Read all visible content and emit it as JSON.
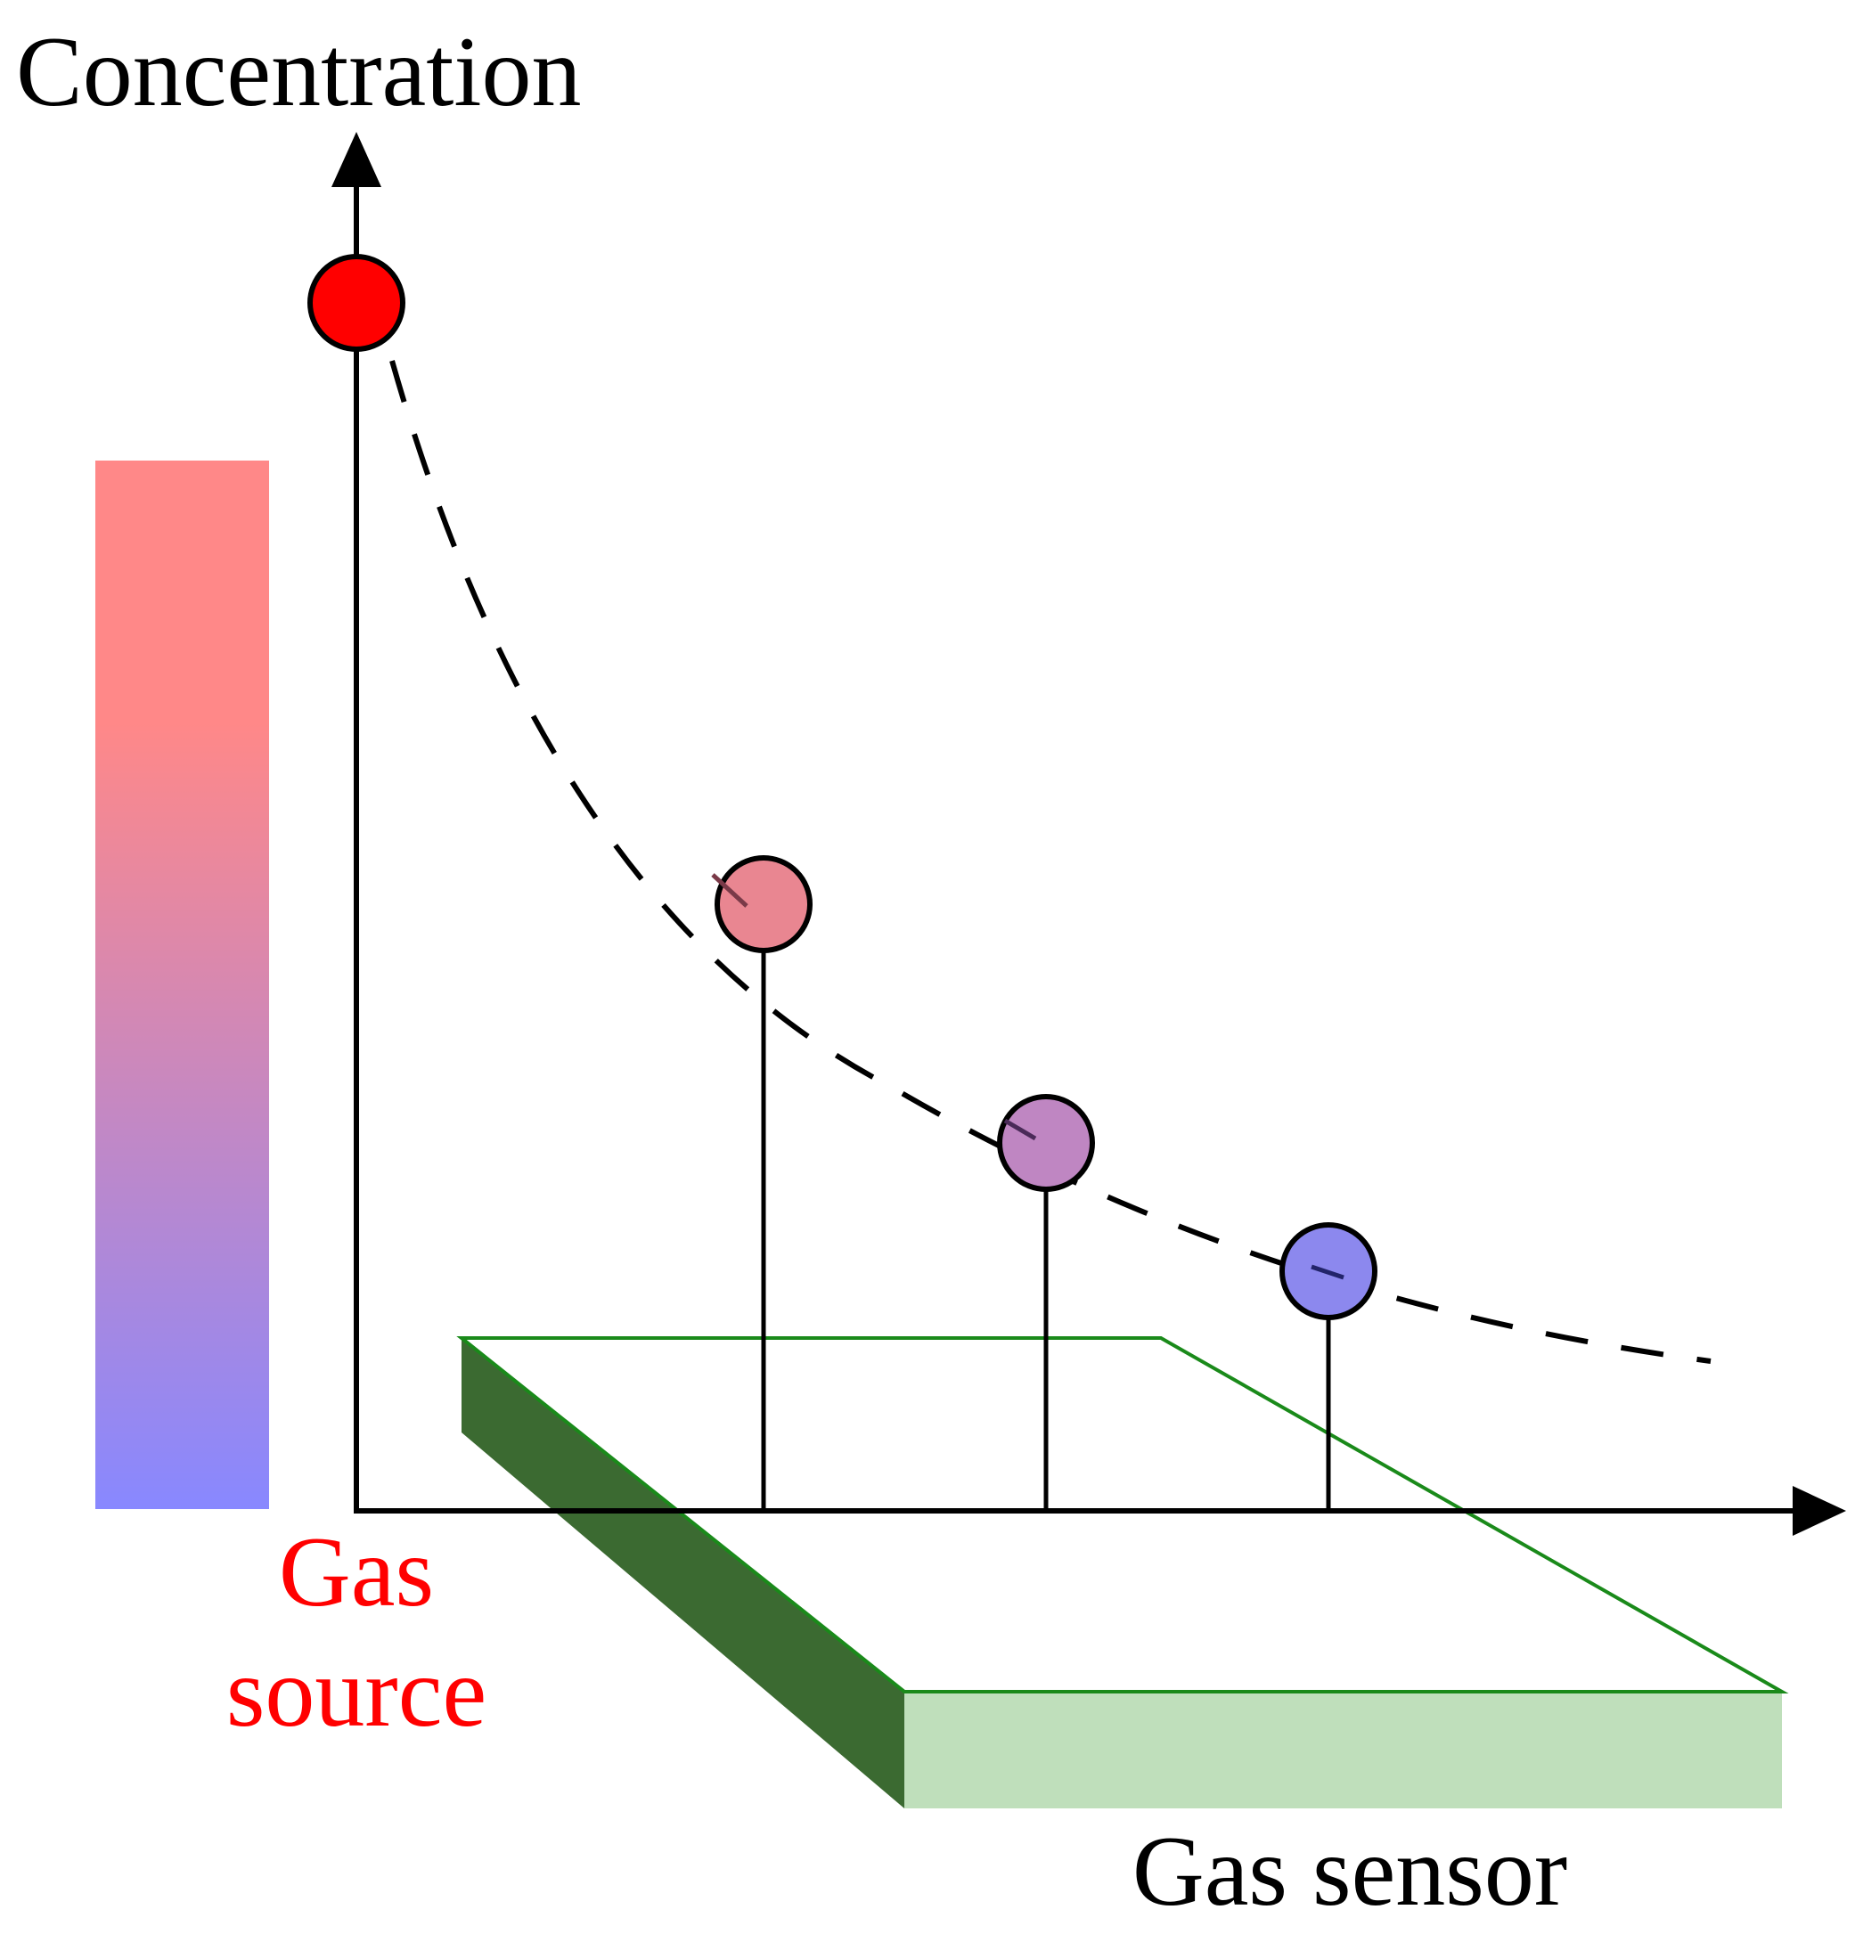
{
  "labels": {
    "y_axis": "Concentration",
    "source_line1": "Gas",
    "source_line2": "source",
    "sensor": "Gas sensor"
  },
  "colors": {
    "source_dot": "#ff0000",
    "source_text": "#ff0000",
    "gradient_top": "#ff8888",
    "gradient_bottom": "#8888ff",
    "sample_dots": [
      "#e98691",
      "#bf86c2",
      "#8c88ee"
    ],
    "sensor_outline": "#1a8a1a",
    "sensor_side_dark": "#3b6a31",
    "sensor_side_light": "#bfdfbb",
    "axis": "#000000"
  }
}
